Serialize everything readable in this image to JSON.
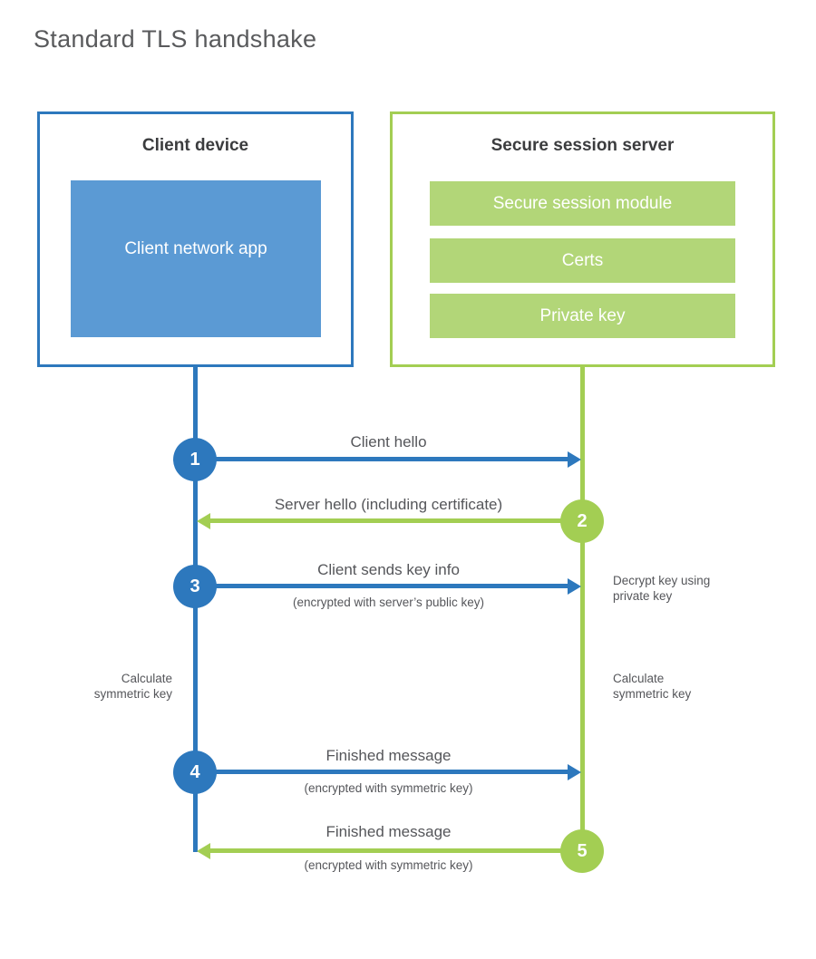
{
  "title": "Standard TLS handshake",
  "colors": {
    "blue": "#2d78bd",
    "blue-fill": "#5b9ad4",
    "green": "#a3ce53",
    "green-fill": "#b2d678"
  },
  "client": {
    "title": "Client device",
    "app_label": "Client network app"
  },
  "server": {
    "title": "Secure session server",
    "modules": [
      "Secure session module",
      "Certs",
      "Private key"
    ]
  },
  "messages": [
    {
      "step": "1",
      "from": "client",
      "to": "server",
      "label": "Client hello",
      "sub": ""
    },
    {
      "step": "2",
      "from": "server",
      "to": "client",
      "label": "Server hello (including certificate)",
      "sub": ""
    },
    {
      "step": "3",
      "from": "client",
      "to": "server",
      "label": "Client sends key info",
      "sub": "(encrypted with server’s public key)"
    },
    {
      "step": "4",
      "from": "client",
      "to": "server",
      "label": "Finished message",
      "sub": "(encrypted with symmetric key)"
    },
    {
      "step": "5",
      "from": "server",
      "to": "client",
      "label": "Finished message",
      "sub": "(encrypted with symmetric key)"
    }
  ],
  "notes": {
    "decrypt": "Decrypt key using private key",
    "calc_left": "Calculate symmetric key",
    "calc_right": "Calculate symmetric key"
  }
}
